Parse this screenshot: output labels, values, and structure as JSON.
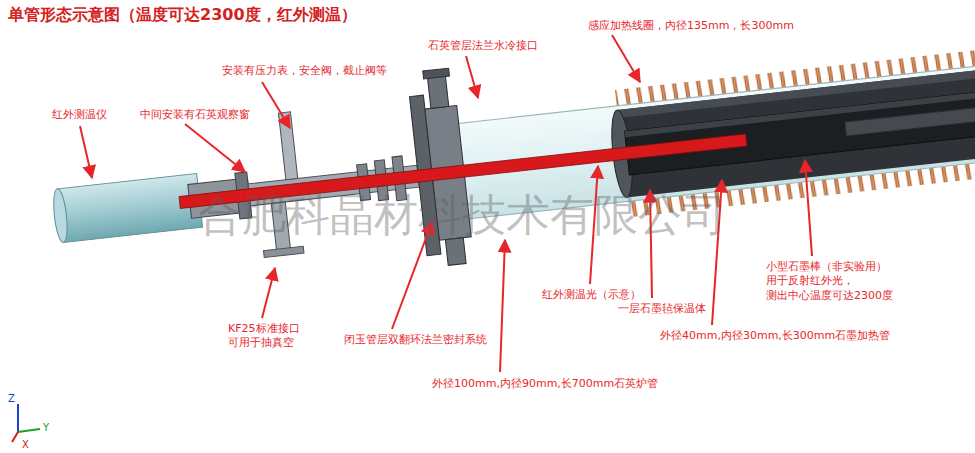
{
  "diagram": {
    "title": "单管形态示意图（温度可达2300度，红外测温）",
    "labels": [
      "红外测温仪",
      "中间安装有石英观察窗",
      "安装有压力表，安全阀，截止阀等",
      "石英管层法兰水冷接口",
      "感应加热线圈，内径135mm，长300mm",
      "KF25标准接口 可用于抽真空",
      "闭玉管层双翻环法兰密封系统",
      "外径100mm,内径90mm,长700mm石英炉管",
      "红外测温光（示意）",
      "一层石墨毡保温体",
      "外径40mm,内径30mm,长300mm石墨加热管",
      "小型石墨棒（非实验用） 用于反射红外光，测出中心温度可达2300度",
      "合肥科晶材料技术有限公司",
      "Z",
      "Y",
      "X"
    ]
  }
}
